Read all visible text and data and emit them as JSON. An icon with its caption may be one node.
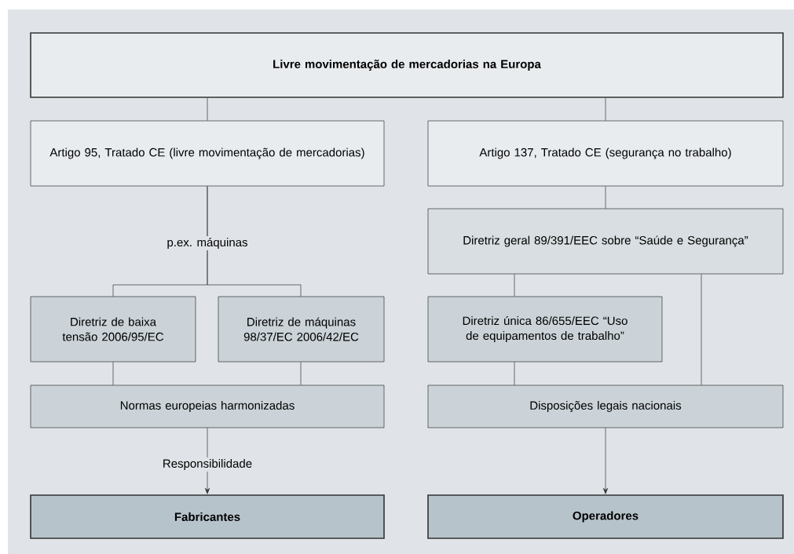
{
  "diagram": {
    "nodes": [
      {
        "text": [
          "Livre movimentação de mercadorias na Europa"
        ]
      },
      {
        "text": [
          "Artigo 95, Tratado CE (livre movimentação de mercadorias)"
        ]
      },
      {
        "text": [
          "Artigo 137, Tratado CE (segurança no trabalho)"
        ]
      },
      {
        "text": [
          "Diretriz geral 89/391/EEC sobre “Saúde e Segurança”"
        ]
      },
      {
        "text": [
          "Diretriz de baixa tensão 2006/95/EC"
        ]
      },
      {
        "text": [
          "Diretriz de máquinas 98/37/EC 2006/42/EC"
        ]
      },
      {
        "text": [
          "Diretriz única 86/655/EEC “Uso de equipamentos de trabalho”"
        ]
      },
      {
        "text": [
          "Normas europeias harmonizadas"
        ]
      },
      {
        "text": [
          "Disposições legais nacionais"
        ]
      },
      {
        "text": [
          "Fabricantes"
        ]
      },
      {
        "text": [
          "Operadores"
        ]
      }
    ],
    "edges": [
      {
        "from": 0,
        "to": 1,
        "arrow": "none"
      },
      {
        "from": 0,
        "to": 2,
        "arrow": "none"
      },
      {
        "from": 1,
        "to": 4,
        "arrow": "none",
        "label": "p.ex. máquinas"
      },
      {
        "from": 1,
        "to": 5,
        "arrow": "none"
      },
      {
        "from": 2,
        "to": 3,
        "arrow": "none"
      },
      {
        "from": 3,
        "to": 6,
        "arrow": "none"
      },
      {
        "from": 3,
        "to": 8,
        "arrow": "none"
      },
      {
        "from": 4,
        "to": 7,
        "arrow": "none"
      },
      {
        "from": 5,
        "to": 7,
        "arrow": "none"
      },
      {
        "from": 6,
        "to": 8,
        "arrow": "none"
      },
      {
        "from": 7,
        "to": 9,
        "arrow": "to",
        "label": "Responsibilidade"
      },
      {
        "from": 8,
        "to": 10,
        "arrow": "to"
      }
    ]
  }
}
